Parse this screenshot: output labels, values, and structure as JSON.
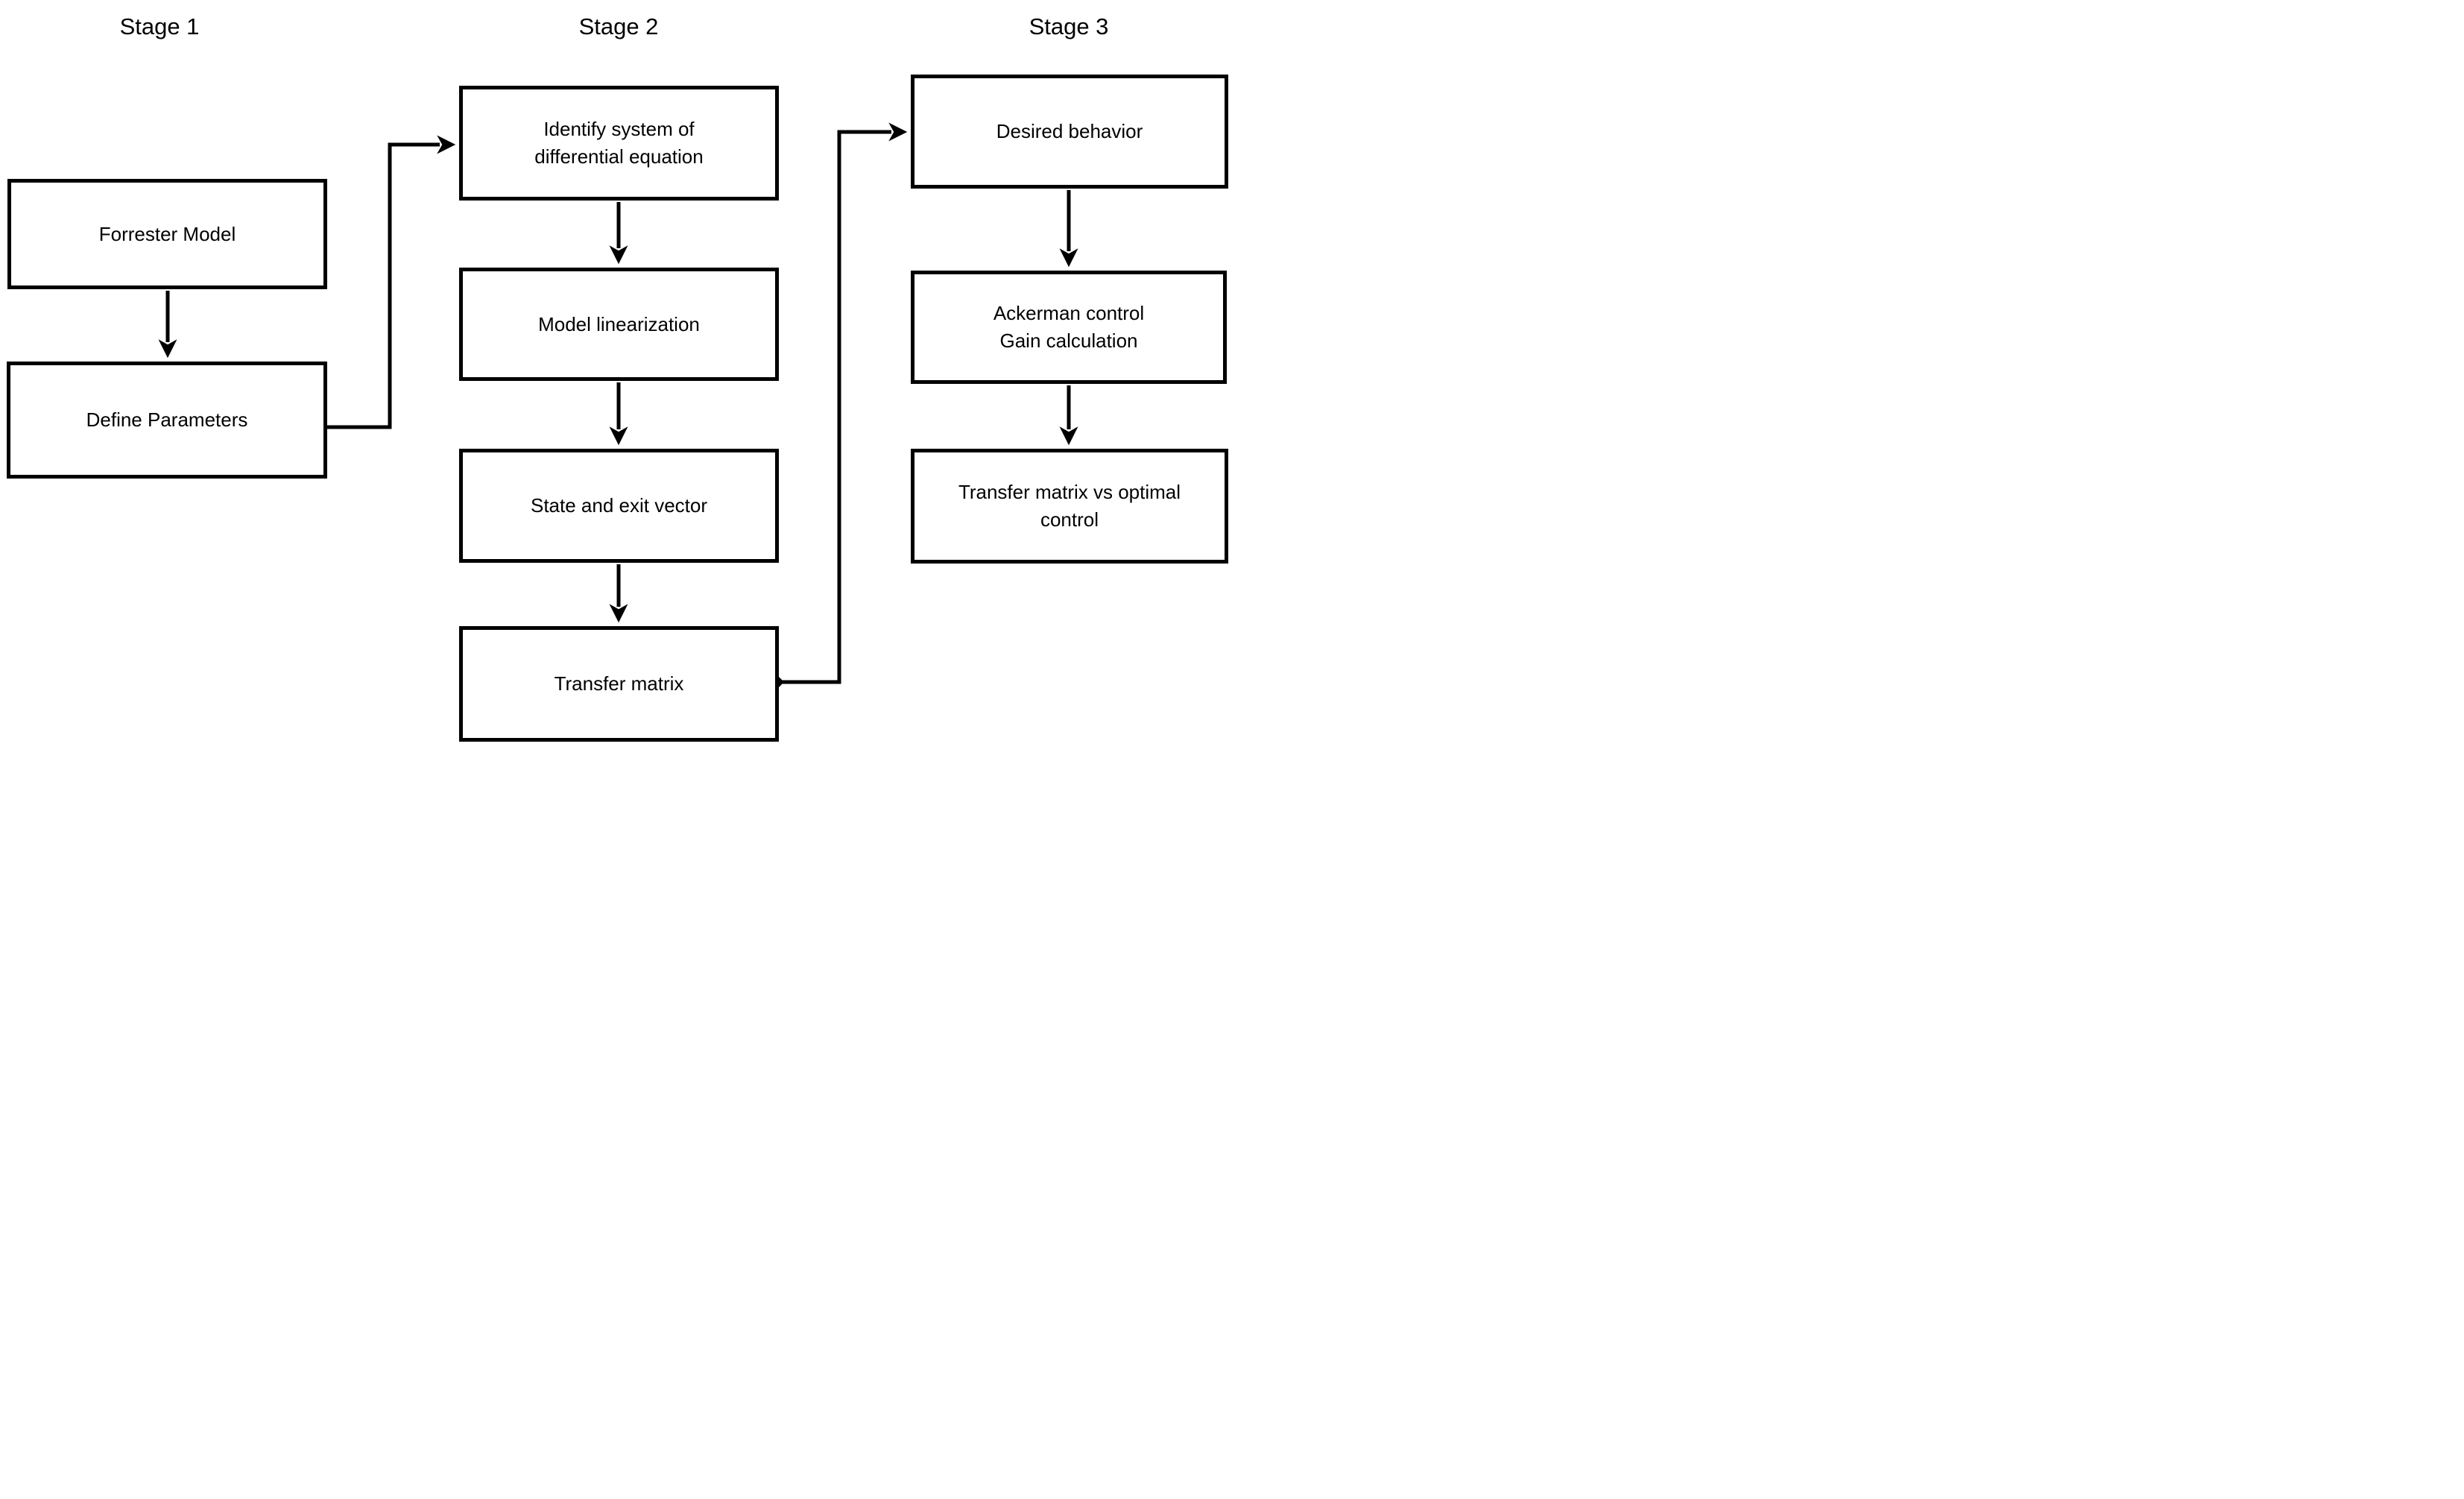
{
  "diagram": {
    "colors": {
      "line": "#000000",
      "box_border": "#000000",
      "box_fill": "#ffffff",
      "background": "#ffffff",
      "text": "#000000"
    },
    "stages": [
      {
        "title": "Stage 1",
        "nodes": [
          {
            "label": "Forrester Model"
          },
          {
            "label": "Define Parameters"
          }
        ]
      },
      {
        "title": "Stage 2",
        "nodes": [
          {
            "label": "Identify system of\ndifferential equation"
          },
          {
            "label": "Model linearization"
          },
          {
            "label": "State and exit vector"
          },
          {
            "label": "Transfer matrix"
          }
        ]
      },
      {
        "title": "Stage 3",
        "nodes": [
          {
            "label": "Desired behavior"
          },
          {
            "label": "Ackerman control\nGain calculation"
          },
          {
            "label": "Transfer matrix vs optimal\ncontrol"
          }
        ]
      }
    ],
    "connections": [
      {
        "from": "Forrester Model",
        "to": "Define Parameters",
        "type": "arrow-straight"
      },
      {
        "from": "Define Parameters",
        "to": "Identify system of differential equation",
        "type": "arrow-elbow"
      },
      {
        "from": "Identify system of differential equation",
        "to": "Model linearization",
        "type": "arrow-straight"
      },
      {
        "from": "Model linearization",
        "to": "State and exit vector",
        "type": "arrow-straight"
      },
      {
        "from": "State and exit vector",
        "to": "Transfer matrix",
        "type": "arrow-straight"
      },
      {
        "from": "Transfer matrix",
        "to": "Desired behavior",
        "type": "arrow-elbow-diamond-origin"
      },
      {
        "from": "Desired behavior",
        "to": "Ackerman control Gain calculation",
        "type": "arrow-straight"
      },
      {
        "from": "Ackerman control Gain calculation",
        "to": "Transfer matrix vs optimal control",
        "type": "arrow-straight"
      }
    ]
  }
}
